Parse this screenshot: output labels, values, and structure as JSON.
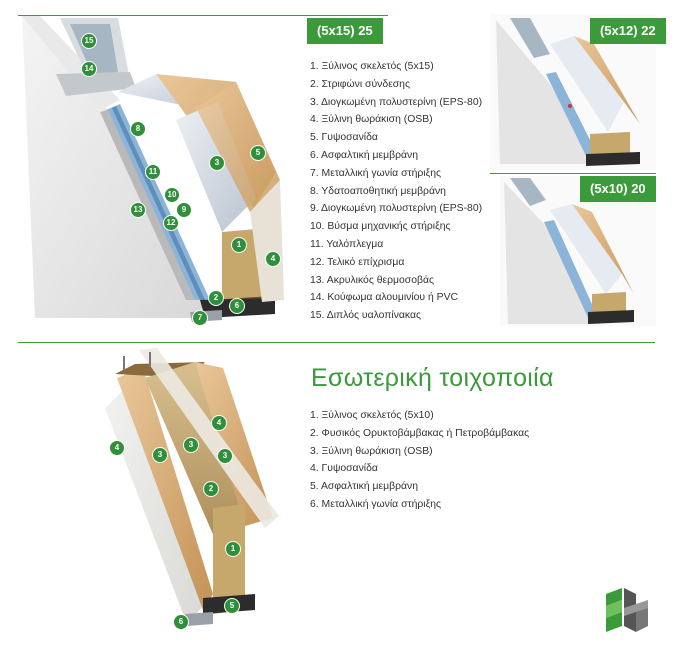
{
  "external_wall": {
    "tag_main": "(5x15) 25",
    "tag_b": "(5x12) 22",
    "tag_c": "(5x10) 20",
    "items": [
      "1. Ξύλινος σκελετός (5x15)",
      "2. Στριφώνι σύνδεσης",
      "3. Διογκωμένη πολυστερίνη (EPS-80)",
      "4. Ξύλινη θωράκιση (OSB)",
      "5. Γυψοσανίδα",
      "6. Ασφαλτική μεμβράνη",
      "7. Μεταλλική γωνία στήριξης",
      "8. Υδατοαποθητική μεμβράνη",
      "9. Διογκωμένη πολυστερίνη (EPS-80)",
      "10. Βύσμα μηχανικής στήριξης",
      "11. Υαλόπλεγμα",
      "12. Τελικό επίχρισμα",
      "13. Ακρυλικός θερμοσοβάς",
      "14. Κούφωμα αλουμινίου ή PVC",
      "15. Διπλός υαλοπίνακας"
    ],
    "markers": [
      "15",
      "14",
      "8",
      "3",
      "5",
      "11",
      "10",
      "9",
      "13",
      "12",
      "1",
      "4",
      "2",
      "6",
      "7"
    ]
  },
  "internal_wall": {
    "title": "Εσωτερική τοιχοποιία",
    "items": [
      "1. Ξύλινος σκελετός (5x10)",
      "2. Φυσικός Ορυκτοβάμβακας ή Πετροβάμβακας",
      "3. Ξύλινη θωράκιση (OSB)",
      "4. Γυψοσανίδα",
      "5. Ασφαλτική μεμβράνη",
      "6. Μεταλλική γωνία στήριξης"
    ],
    "markers": [
      "4",
      "4",
      "3",
      "3",
      "3",
      "2",
      "1",
      "5",
      "6"
    ]
  },
  "colors": {
    "accent": "#3b9a3a",
    "marker": "#2f8f3a",
    "text": "#333333"
  },
  "logo": {
    "icon": "eh-logo-icon"
  }
}
